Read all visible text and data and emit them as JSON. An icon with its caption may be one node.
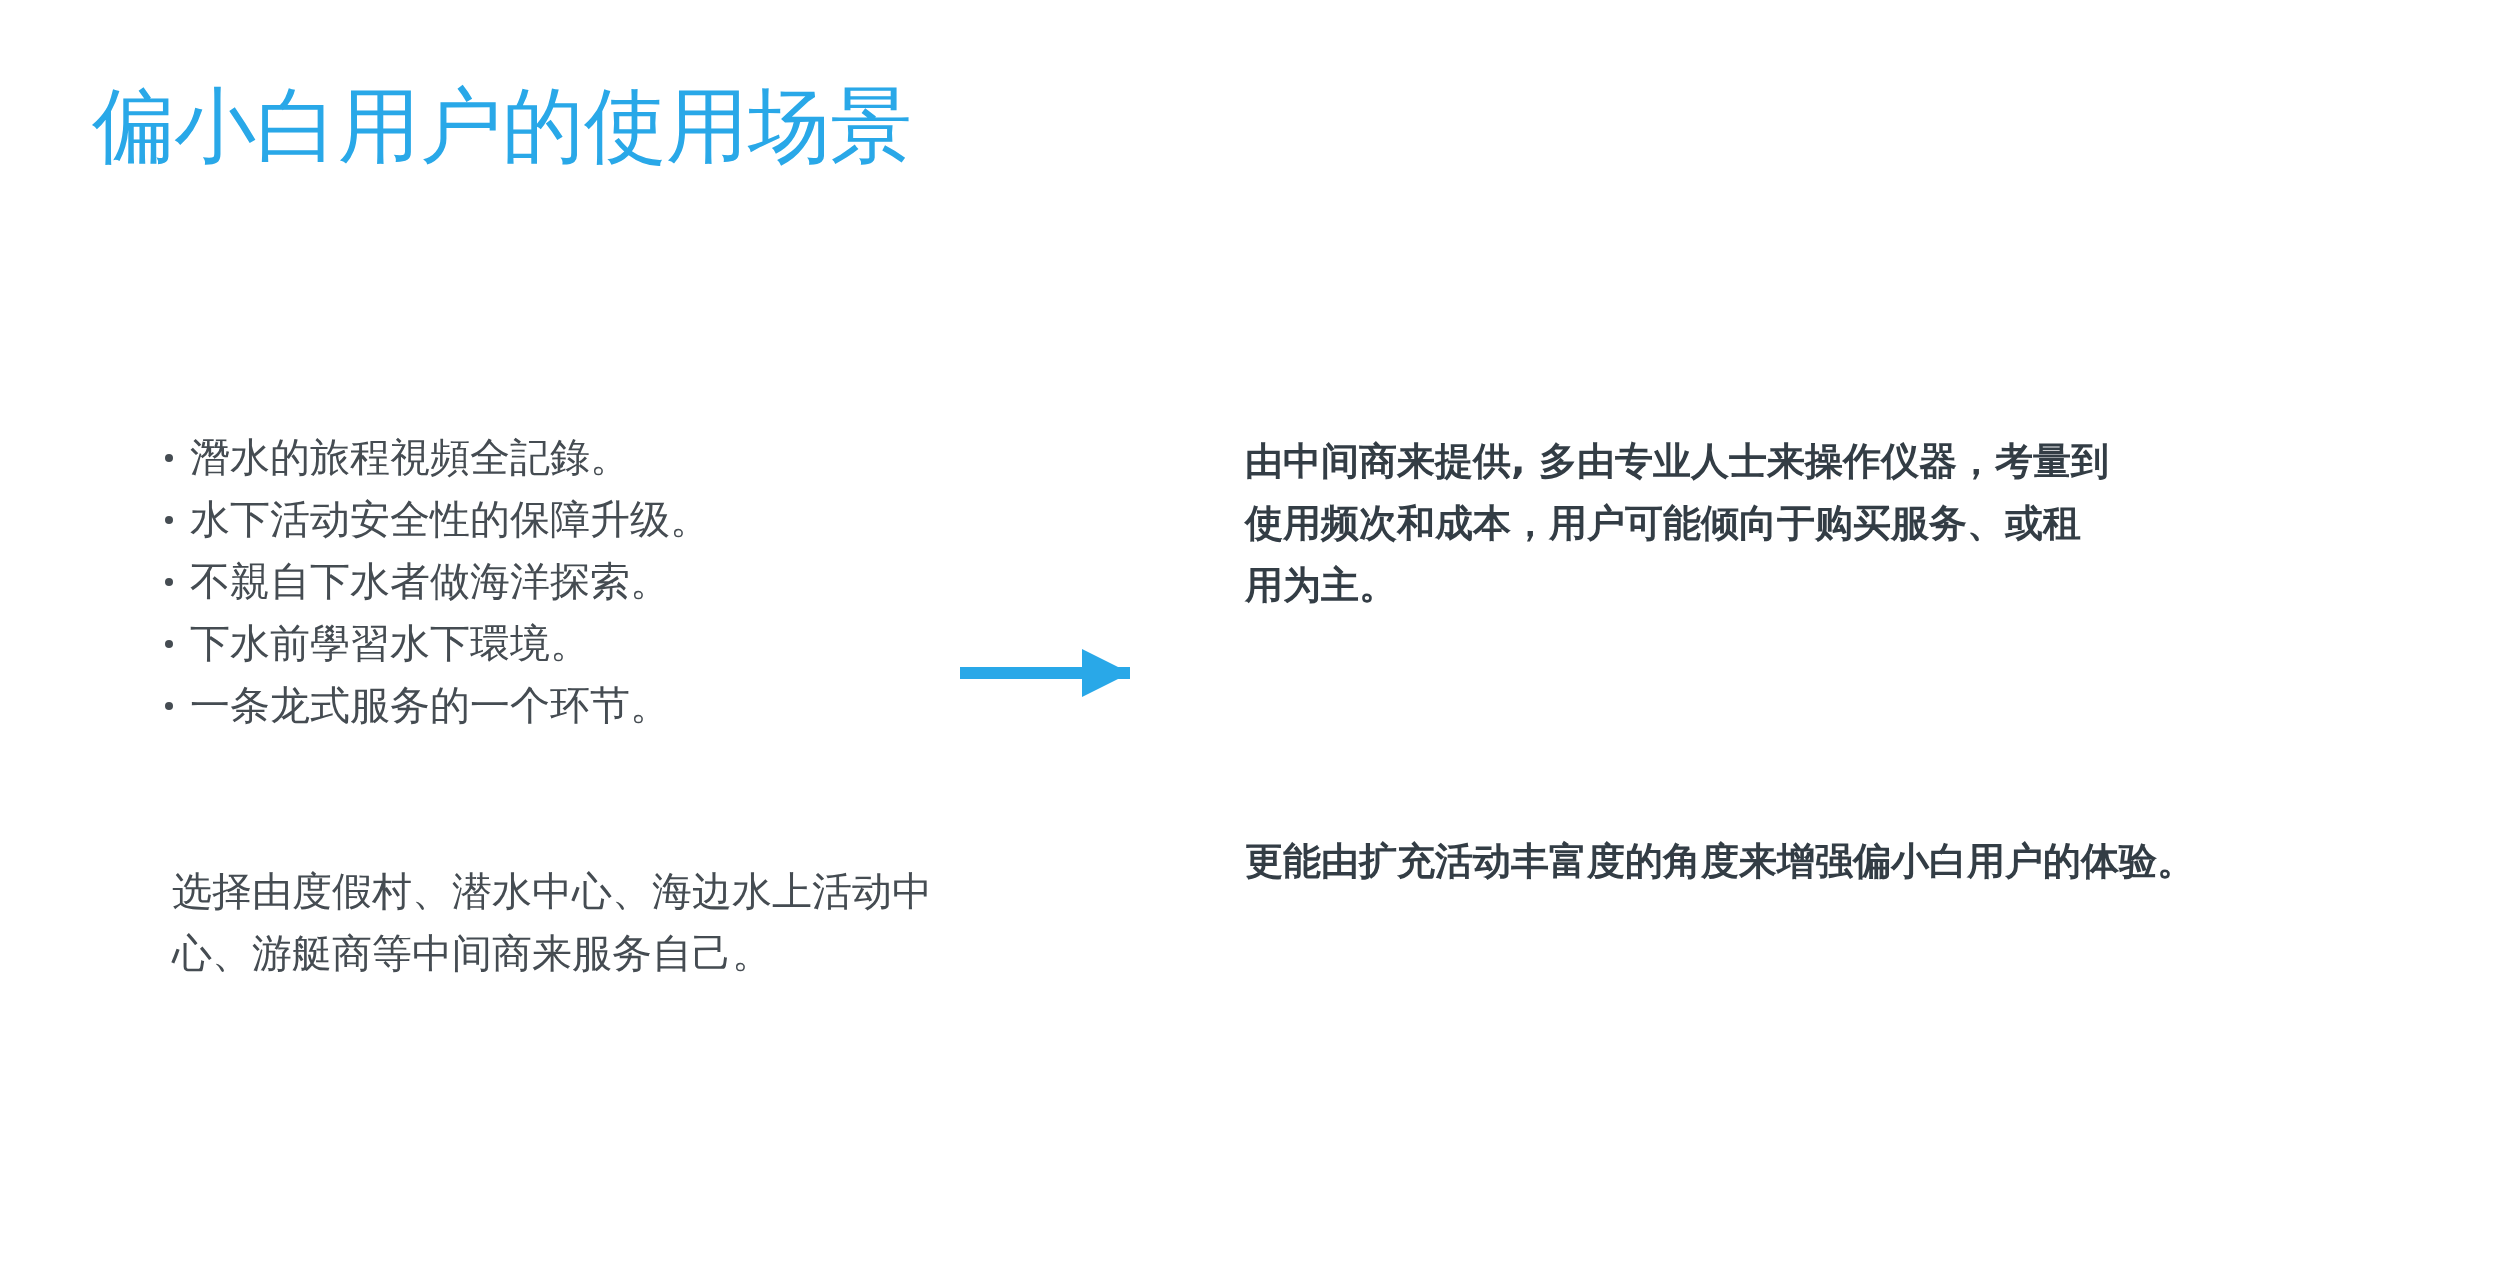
{
  "diagram": {
    "title": "偏小白用户的使用场景",
    "nodes": [
      {
        "text": [
          "潛水的旅程視頻全記錄。",
          "水下活动安全性的保障升级。",
          "不親自下水者做海洋探索。",
          "下水前學習水下環境。",
          "一条龙式服务的一个环节。",
          "选择由度假村、潜水中心、海边水上活动中心、游艇商等中间商来服务自己。"
        ]
      },
      {
        "text": [
          "由中间商来提供, 多由专业人士来操作仪器，考量到使用频次和成本，用户可能倾向于购买服务、或租用为主。",
          "更能由扩充活动丰富度的角度来增强偏小白用户的体验。"
        ]
      }
    ],
    "edges": [
      {
        "from": 0,
        "to": 1,
        "arrow": "to"
      }
    ]
  }
}
